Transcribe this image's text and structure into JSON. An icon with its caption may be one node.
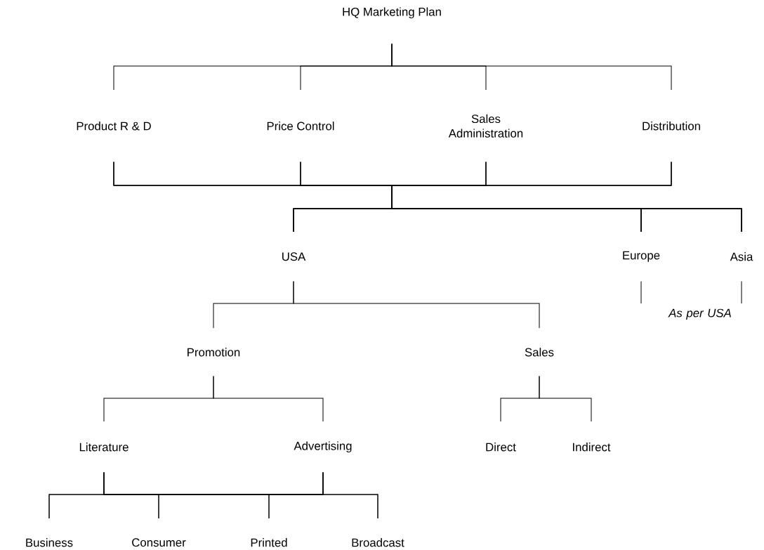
{
  "diagram": {
    "nodes": [
      {
        "text": [
          "HQ Marketing Plan"
        ]
      },
      {
        "text": [
          "Product R & D"
        ]
      },
      {
        "text": [
          "Price Control"
        ]
      },
      {
        "text": [
          "Sales Administration"
        ]
      },
      {
        "text": [
          "Distribution"
        ]
      },
      {
        "text": [
          "USA"
        ]
      },
      {
        "text": [
          "Europe"
        ]
      },
      {
        "text": [
          "Asia"
        ]
      },
      {
        "text": [
          "As per USA"
        ]
      },
      {
        "text": [
          "Promotion"
        ]
      },
      {
        "text": [
          "Sales"
        ]
      },
      {
        "text": [
          "Literature"
        ]
      },
      {
        "text": [
          "Advertising"
        ]
      },
      {
        "text": [
          "Direct"
        ]
      },
      {
        "text": [
          "Indirect"
        ]
      },
      {
        "text": [
          "Business"
        ]
      },
      {
        "text": [
          "Consumer"
        ]
      },
      {
        "text": [
          "Printed"
        ]
      },
      {
        "text": [
          "Broadcast"
        ]
      }
    ],
    "edges": [
      {
        "from": 0,
        "to": 1,
        "arrow": "none"
      },
      {
        "from": 0,
        "to": 2,
        "arrow": "none"
      },
      {
        "from": 0,
        "to": 3,
        "arrow": "none"
      },
      {
        "from": 0,
        "to": 4,
        "arrow": "none"
      },
      {
        "from": 1,
        "to": 5,
        "arrow": "none"
      },
      {
        "from": 1,
        "to": 6,
        "arrow": "none"
      },
      {
        "from": 1,
        "to": 7,
        "arrow": "none"
      },
      {
        "from": 2,
        "to": 5,
        "arrow": "none"
      },
      {
        "from": 2,
        "to": 6,
        "arrow": "none"
      },
      {
        "from": 2,
        "to": 7,
        "arrow": "none"
      },
      {
        "from": 3,
        "to": 5,
        "arrow": "none"
      },
      {
        "from": 3,
        "to": 6,
        "arrow": "none"
      },
      {
        "from": 3,
        "to": 7,
        "arrow": "none"
      },
      {
        "from": 4,
        "to": 5,
        "arrow": "none"
      },
      {
        "from": 4,
        "to": 6,
        "arrow": "none"
      },
      {
        "from": 4,
        "to": 7,
        "arrow": "none"
      },
      {
        "from": 5,
        "to": 9,
        "arrow": "none"
      },
      {
        "from": 5,
        "to": 10,
        "arrow": "none"
      },
      {
        "from": 6,
        "to": 8,
        "arrow": "none"
      },
      {
        "from": 7,
        "to": 8,
        "arrow": "none"
      },
      {
        "from": 9,
        "to": 11,
        "arrow": "none"
      },
      {
        "from": 9,
        "to": 12,
        "arrow": "none"
      },
      {
        "from": 10,
        "to": 13,
        "arrow": "none"
      },
      {
        "from": 10,
        "to": 14,
        "arrow": "none"
      },
      {
        "from": 11,
        "to": 15,
        "arrow": "none"
      },
      {
        "from": 11,
        "to": 16,
        "arrow": "none"
      },
      {
        "from": 11,
        "to": 17,
        "arrow": "none"
      },
      {
        "from": 11,
        "to": 18,
        "arrow": "none"
      },
      {
        "from": 12,
        "to": 15,
        "arrow": "none"
      },
      {
        "from": 12,
        "to": 16,
        "arrow": "none"
      },
      {
        "from": 12,
        "to": 17,
        "arrow": "none"
      },
      {
        "from": 12,
        "to": 18,
        "arrow": "none"
      }
    ]
  }
}
